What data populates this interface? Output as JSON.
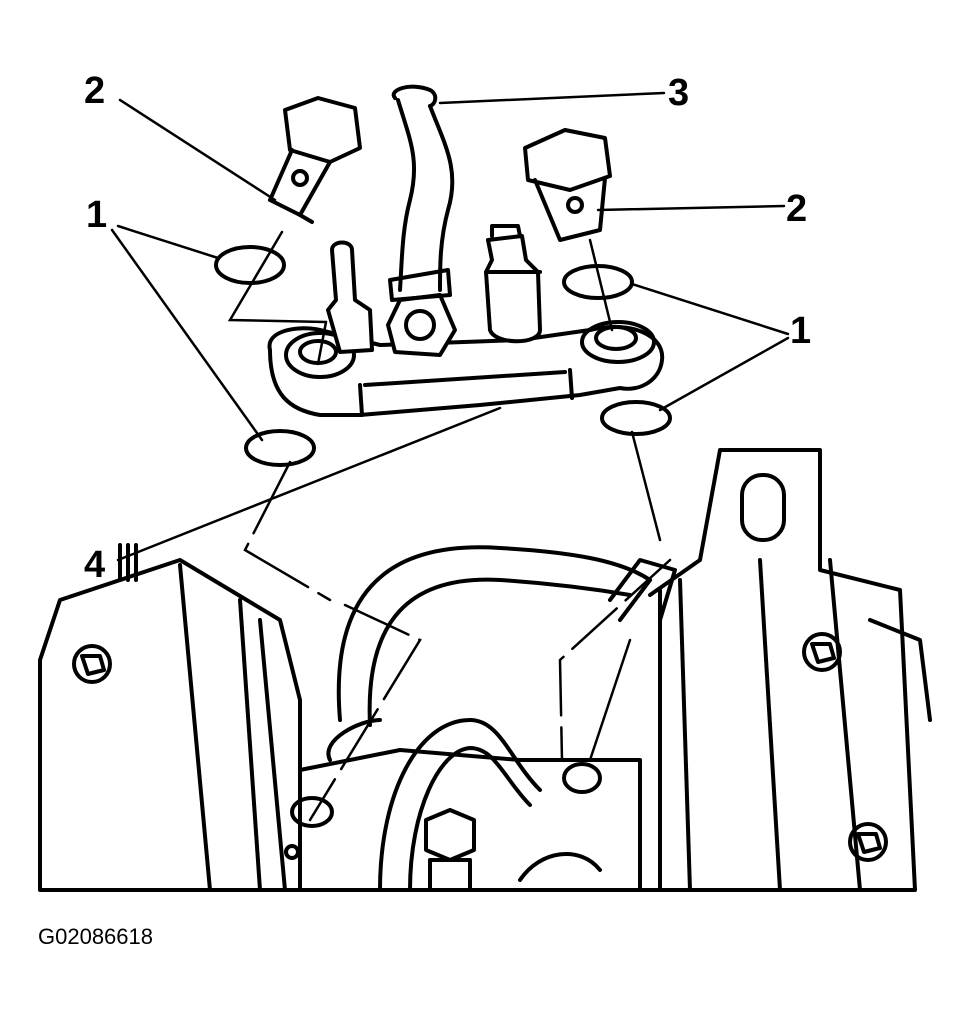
{
  "callouts": {
    "seal_label": "1",
    "bolt_label": "2",
    "hose_label": "3",
    "mount_label": "4"
  },
  "figure_id": "G02086618"
}
